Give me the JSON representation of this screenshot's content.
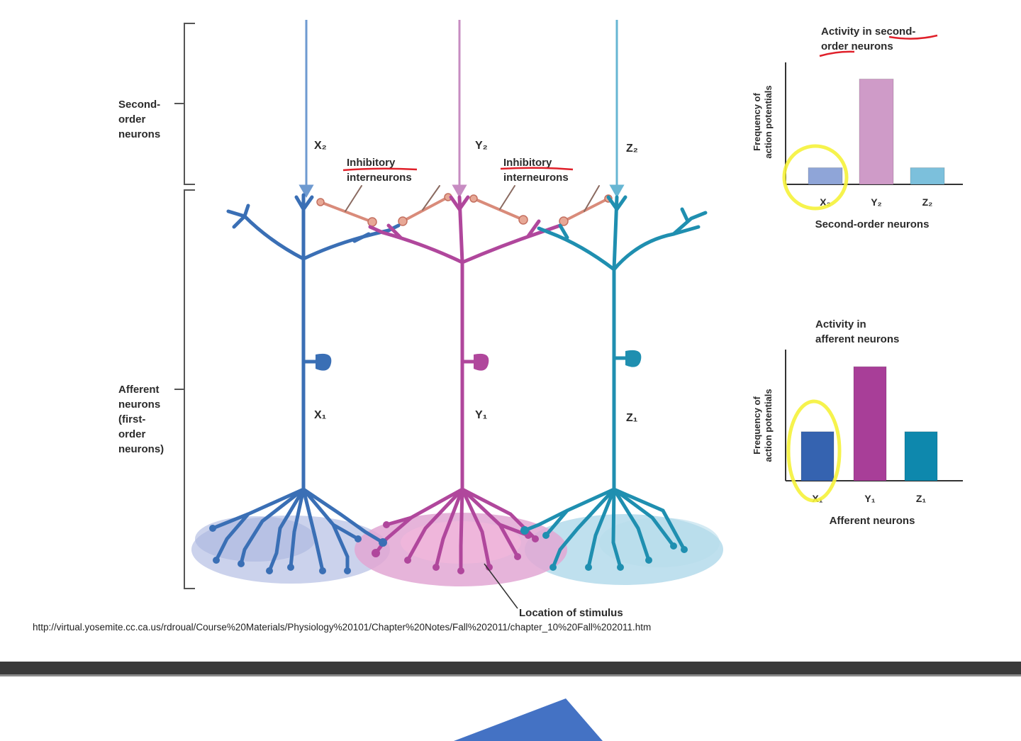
{
  "left_labels": {
    "second_order": [
      "Second-",
      "order",
      "neurons"
    ],
    "afferent": [
      "Afferent",
      "neurons",
      "(first-",
      "order",
      "neurons)"
    ]
  },
  "neuron_labels": {
    "x2": "X₂",
    "y2": "Y₂",
    "z2": "Z₂",
    "x1": "X₁",
    "y1": "Y₁",
    "z1": "Z₁"
  },
  "interneuron_label_1": [
    "Inhibitory",
    "interneurons"
  ],
  "interneuron_label_2": [
    "Inhibitory",
    "interneurons"
  ],
  "stimulus_label": "Location of stimulus",
  "source_url": "http://virtual.yosemite.cc.ca.us/rdroual/Course%20Materials/Physiology%20101/Chapter%20Notes/Fall%202011/chapter_10%20Fall%202011.htm",
  "colors": {
    "x_neuron": "#3a6fb5",
    "y_neuron": "#b0479c",
    "z_neuron": "#1f8fb0",
    "interneuron": "#d98b7a",
    "highlight": "#f5f23a",
    "red_underline": "#e0202a",
    "divider": "#3a3a3a",
    "arrow": "#4472c4"
  },
  "chart_data": [
    {
      "type": "bar",
      "title": [
        "Activity in second-",
        "order neurons"
      ],
      "ylabel": [
        "Frequency of",
        "action potentials"
      ],
      "xlabel": "Second-order neurons",
      "categories": [
        "X₂",
        "Y₂",
        "Z₂"
      ],
      "values": [
        1.5,
        9.5,
        1.5
      ],
      "ylim": [
        0,
        11
      ],
      "colors": [
        "#8fa5d8",
        "#cf9bc8",
        "#7cc0dc"
      ],
      "highlighted": "X₂"
    },
    {
      "type": "bar",
      "title": [
        "Activity in",
        "afferent neurons"
      ],
      "ylabel": [
        "Frequency of",
        "action potentials"
      ],
      "xlabel": "Afferent neurons",
      "categories": [
        "X₁",
        "Y₁",
        "Z₁"
      ],
      "values": [
        4.3,
        10,
        4.3
      ],
      "ylim": [
        0,
        11.5
      ],
      "colors": [
        "#3563b0",
        "#a83e98",
        "#0e88ad"
      ],
      "highlighted": "X₁"
    }
  ]
}
